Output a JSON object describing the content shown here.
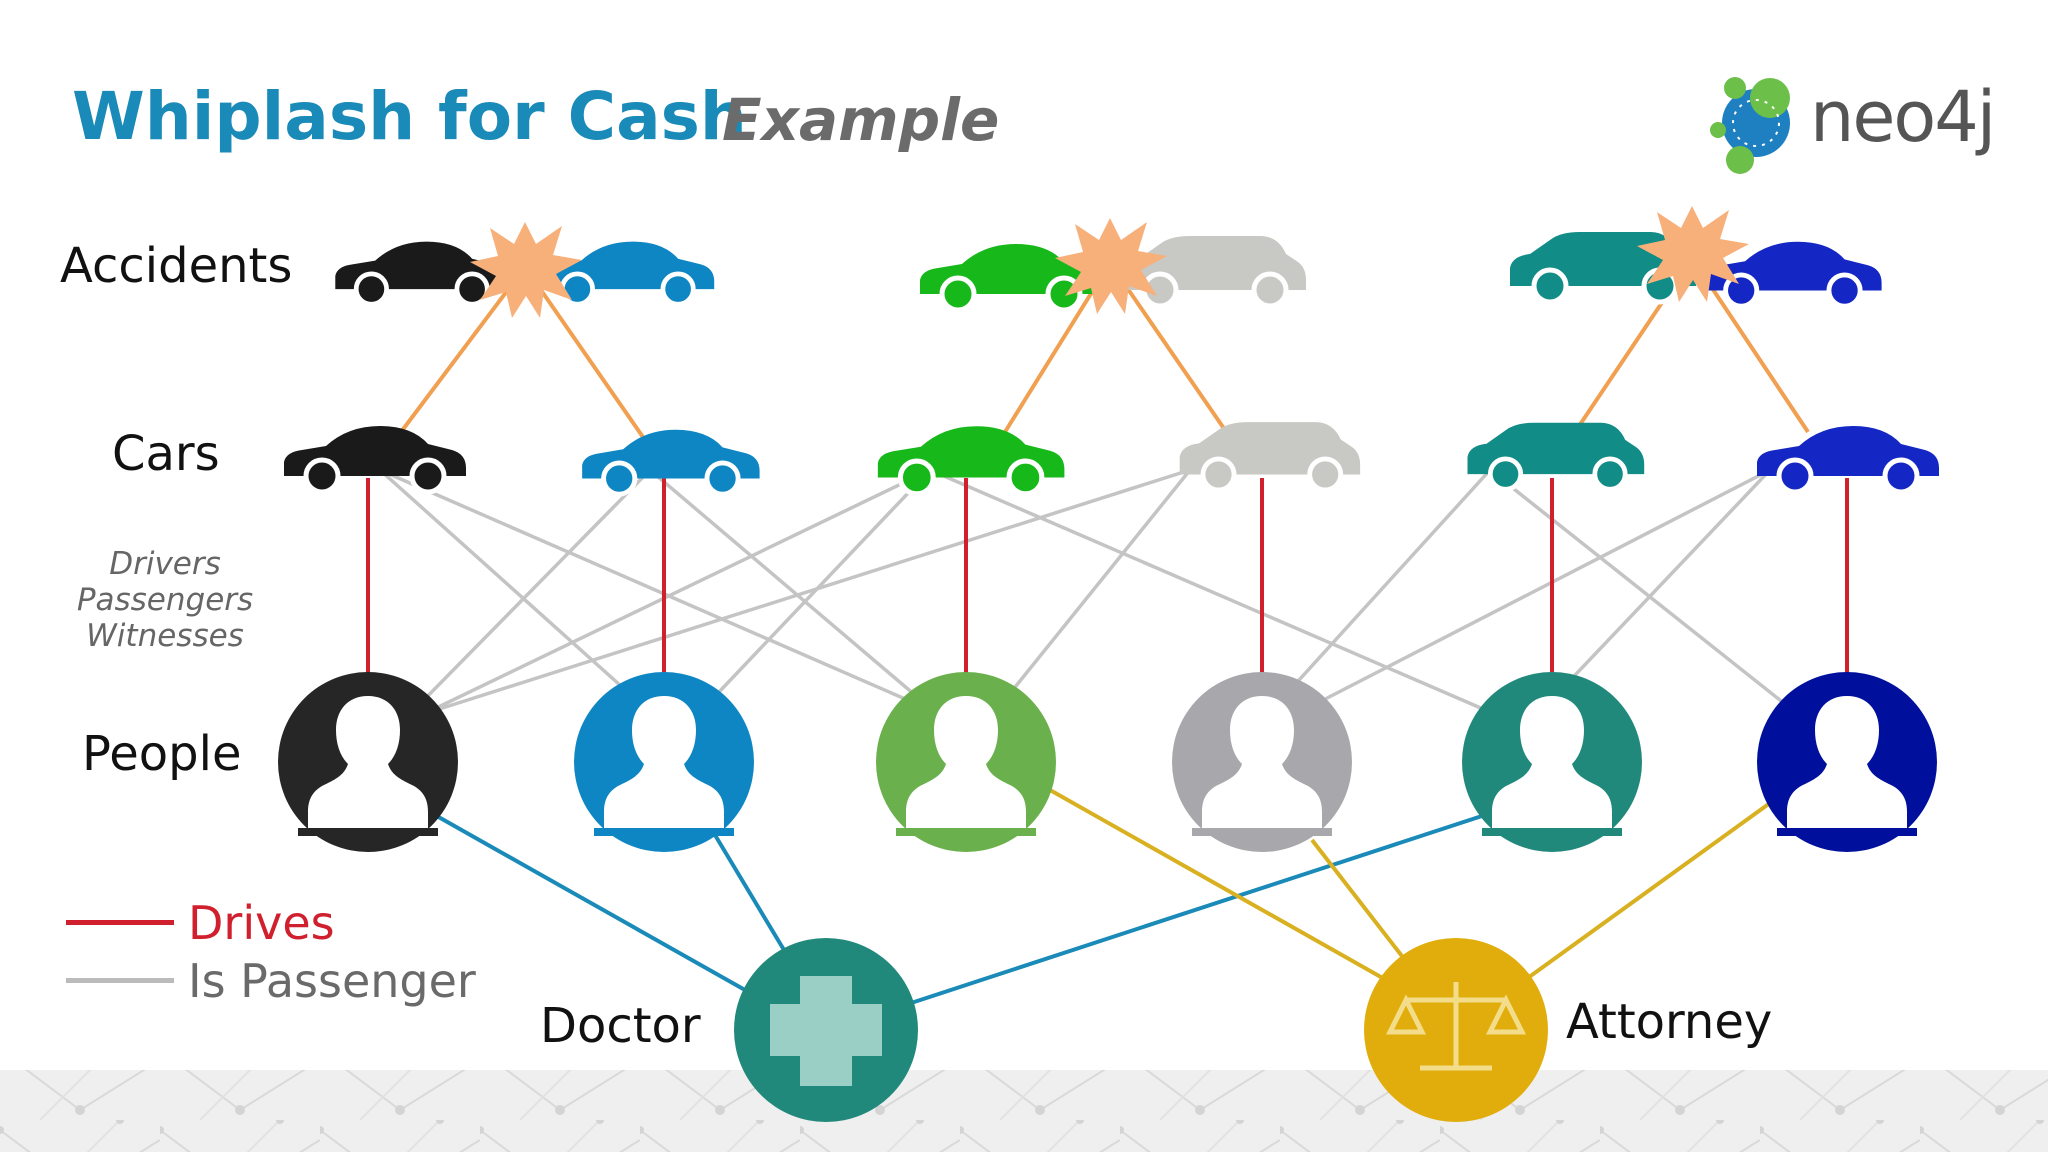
{
  "title": "Whiplash for Cash",
  "subtitle": "Example",
  "logo_text": "neo4j",
  "row_labels": {
    "accidents": "Accidents",
    "cars": "Cars",
    "people": "People"
  },
  "relationship_labels": [
    "Drivers",
    "Passengers",
    "Witnesses"
  ],
  "legend": [
    {
      "label": "Drives",
      "color": "#d0202e"
    },
    {
      "label": "Is Passenger",
      "color": "#bbbbbb"
    }
  ],
  "doctor_label": "Doctor",
  "attorney_label": "Attorney",
  "colors": {
    "black": "#1a1a1a",
    "lightblue": "#0e86c4",
    "green": "#16b81a",
    "gray": "#c8c8c4",
    "teal": "#128c86",
    "navy": "#1426c4",
    "doctor": "#21897b",
    "attorney": "#e1ad0c",
    "impact": "#f7b07a",
    "accident_link": "#f0a050",
    "doctor_link": "#1a8ab8",
    "attorney_link": "#d9b020"
  }
}
